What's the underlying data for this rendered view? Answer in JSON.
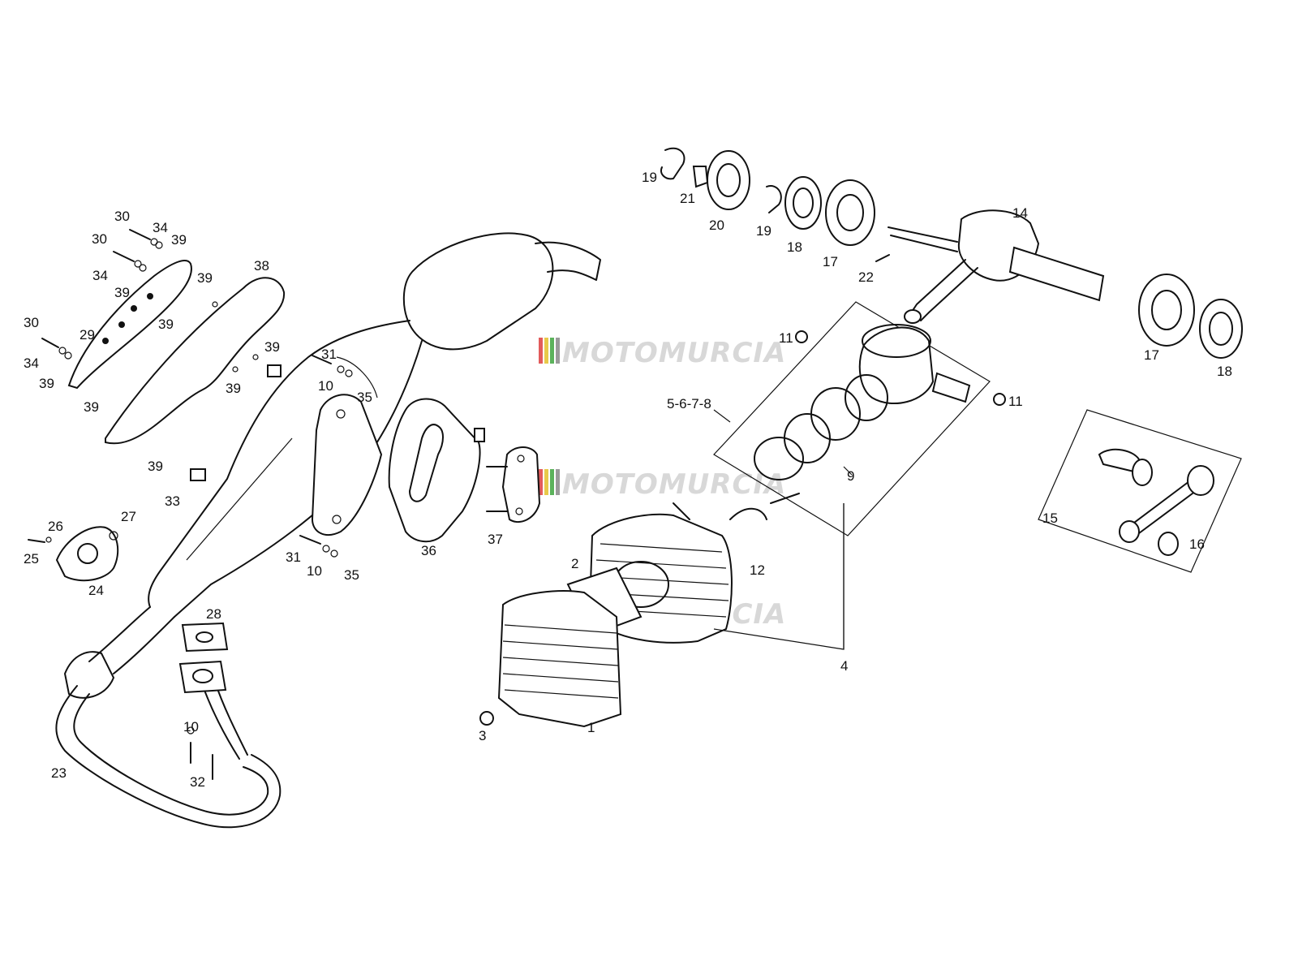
{
  "watermark": {
    "text": "MOTOMURCIA",
    "stripe_colors": [
      "#e25b5b",
      "#e8c94a",
      "#5bb25b",
      "#9a9a9a"
    ]
  },
  "labels": [
    {
      "id": "l1",
      "text": "1"
    },
    {
      "id": "l2",
      "text": "2"
    },
    {
      "id": "l3",
      "text": "3"
    },
    {
      "id": "l4",
      "text": "4"
    },
    {
      "id": "l5678",
      "text": "5-6-7-8"
    },
    {
      "id": "l9",
      "text": "9"
    },
    {
      "id": "l10a",
      "text": "10"
    },
    {
      "id": "l10b",
      "text": "10"
    },
    {
      "id": "l10c",
      "text": "10"
    },
    {
      "id": "l11a",
      "text": "11"
    },
    {
      "id": "l11b",
      "text": "11"
    },
    {
      "id": "l12",
      "text": "12"
    },
    {
      "id": "l14",
      "text": "14"
    },
    {
      "id": "l15",
      "text": "15"
    },
    {
      "id": "l16",
      "text": "16"
    },
    {
      "id": "l17a",
      "text": "17"
    },
    {
      "id": "l17b",
      "text": "17"
    },
    {
      "id": "l18a",
      "text": "18"
    },
    {
      "id": "l18b",
      "text": "18"
    },
    {
      "id": "l19a",
      "text": "19"
    },
    {
      "id": "l19b",
      "text": "19"
    },
    {
      "id": "l20",
      "text": "20"
    },
    {
      "id": "l21",
      "text": "21"
    },
    {
      "id": "l22",
      "text": "22"
    },
    {
      "id": "l23",
      "text": "23"
    },
    {
      "id": "l24",
      "text": "24"
    },
    {
      "id": "l25",
      "text": "25"
    },
    {
      "id": "l26",
      "text": "26"
    },
    {
      "id": "l27",
      "text": "27"
    },
    {
      "id": "l28",
      "text": "28"
    },
    {
      "id": "l29",
      "text": "29"
    },
    {
      "id": "l30a",
      "text": "30"
    },
    {
      "id": "l30b",
      "text": "30"
    },
    {
      "id": "l30c",
      "text": "30"
    },
    {
      "id": "l31a",
      "text": "31"
    },
    {
      "id": "l31b",
      "text": "31"
    },
    {
      "id": "l32",
      "text": "32"
    },
    {
      "id": "l33",
      "text": "33"
    },
    {
      "id": "l34a",
      "text": "34"
    },
    {
      "id": "l34b",
      "text": "34"
    },
    {
      "id": "l34c",
      "text": "34"
    },
    {
      "id": "l35a",
      "text": "35"
    },
    {
      "id": "l35b",
      "text": "35"
    },
    {
      "id": "l36",
      "text": "36"
    },
    {
      "id": "l37",
      "text": "37"
    },
    {
      "id": "l38",
      "text": "38"
    },
    {
      "id": "l39a",
      "text": "39"
    },
    {
      "id": "l39b",
      "text": "39"
    },
    {
      "id": "l39c",
      "text": "39"
    },
    {
      "id": "l39d",
      "text": "39"
    },
    {
      "id": "l39e",
      "text": "39"
    },
    {
      "id": "l39f",
      "text": "39"
    },
    {
      "id": "l39g",
      "text": "39"
    },
    {
      "id": "l39h",
      "text": "39"
    },
    {
      "id": "l39i",
      "text": "39"
    }
  ]
}
